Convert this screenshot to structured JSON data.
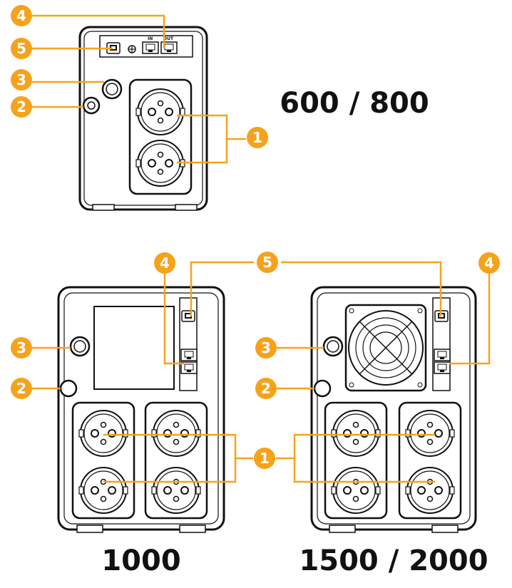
{
  "models": {
    "top": "600 / 800",
    "left": "1000",
    "right": "1500 / 2000"
  },
  "callouts": {
    "sockets": "1",
    "power_switch": "2",
    "fuse": "3",
    "rj45": "4",
    "usb": "5"
  },
  "ports": {
    "in": "IN",
    "out": "OUT"
  },
  "colors": {
    "accent": "#f7a21b",
    "outline": "#111111"
  }
}
